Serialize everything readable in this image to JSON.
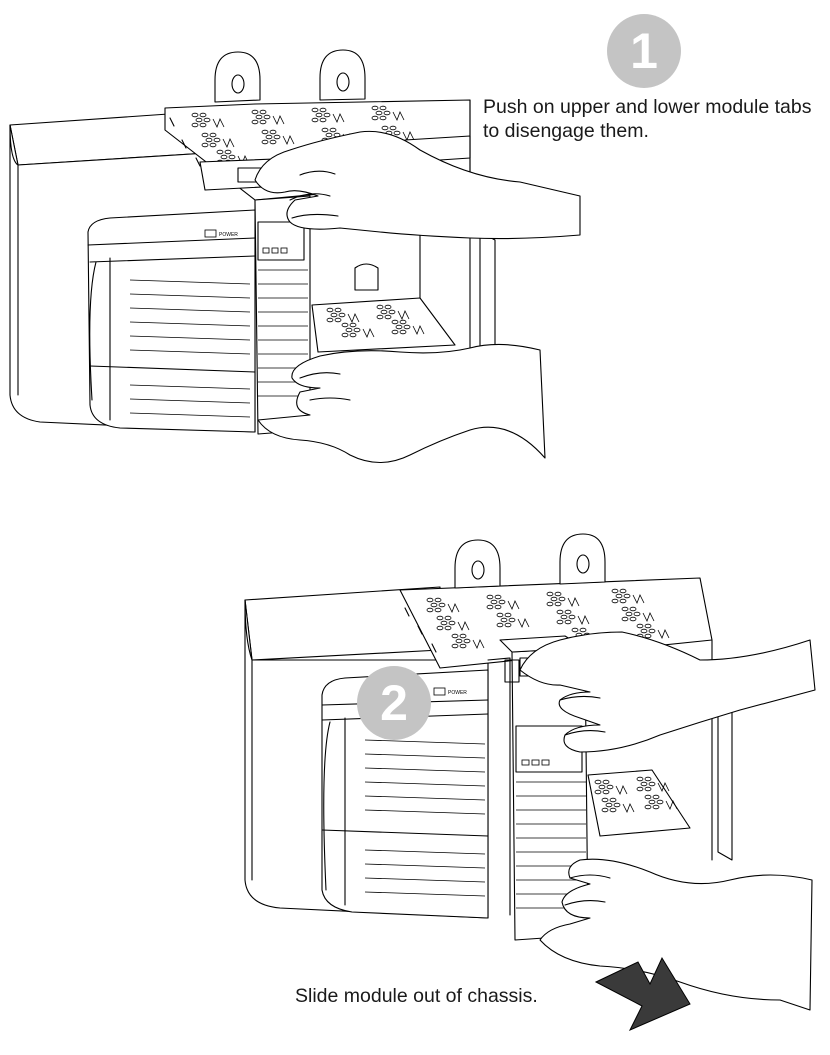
{
  "steps": [
    {
      "number": "1",
      "text_lines": [
        "Push on upper and lower module tabs",
        "to disengage them."
      ]
    },
    {
      "number": "2",
      "text_lines": [
        "Slide module out of chassis."
      ]
    }
  ],
  "chassis": {
    "power_label": "POWER"
  },
  "module": {
    "indicator_lights": 3
  },
  "colors": {
    "step_circle": "#c4c4c4",
    "line_art": "#000000",
    "arrow": "#3a3a3a",
    "background": "#ffffff"
  },
  "icons": {
    "arrow": "down-right-arrow-icon"
  }
}
